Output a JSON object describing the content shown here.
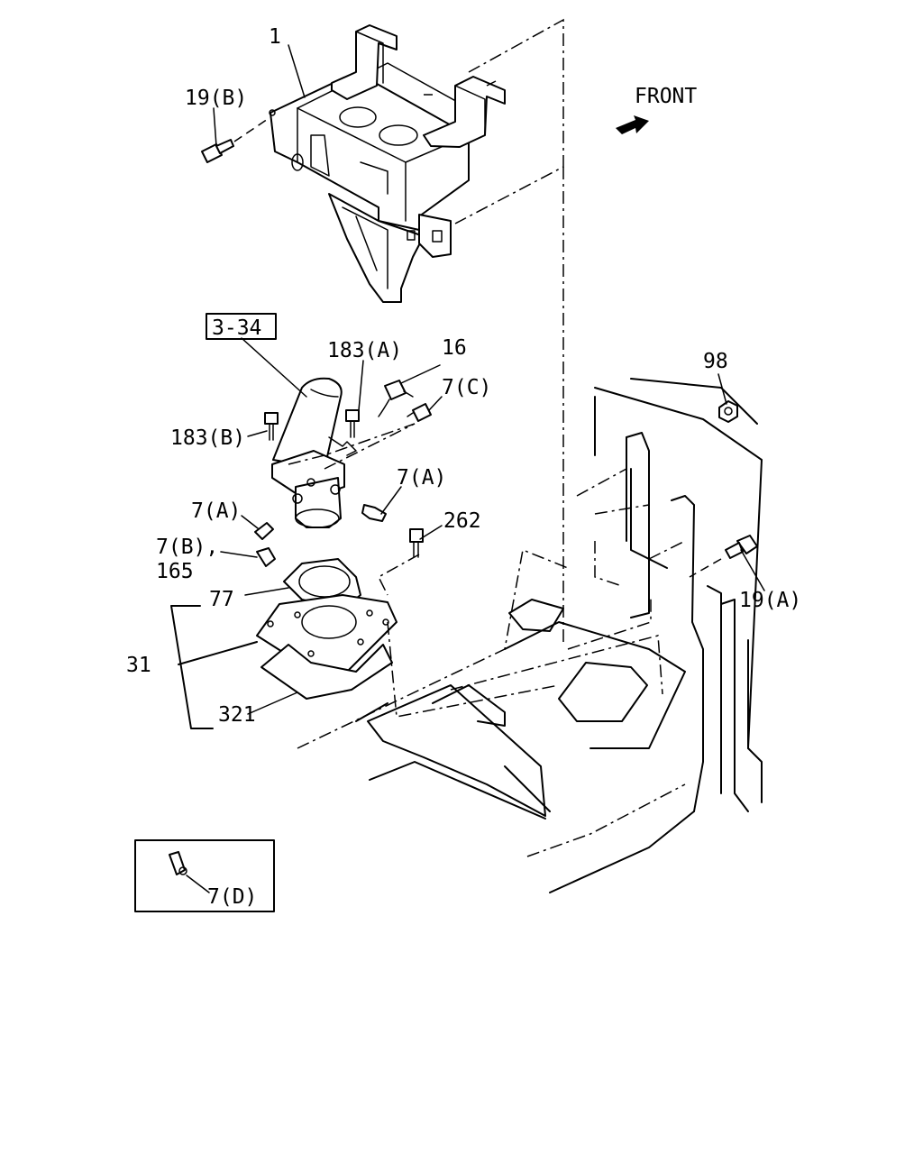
{
  "orientation": {
    "front_label": "FRONT"
  },
  "parts": {
    "p1": "1",
    "p19b": "19(B)",
    "p3_34": "3-34",
    "p183a": "183(A)",
    "p16": "16",
    "p7c": "7(C)",
    "p183b": "183(B)",
    "p7a_right": "7(A)",
    "p7a_left": "7(A)",
    "p262": "262",
    "p7b": "7(B),",
    "p165": "165",
    "p77": "77",
    "p31": "31",
    "p321": "321",
    "p98": "98",
    "p19a": "19(A)",
    "p7d": "7(D)"
  }
}
